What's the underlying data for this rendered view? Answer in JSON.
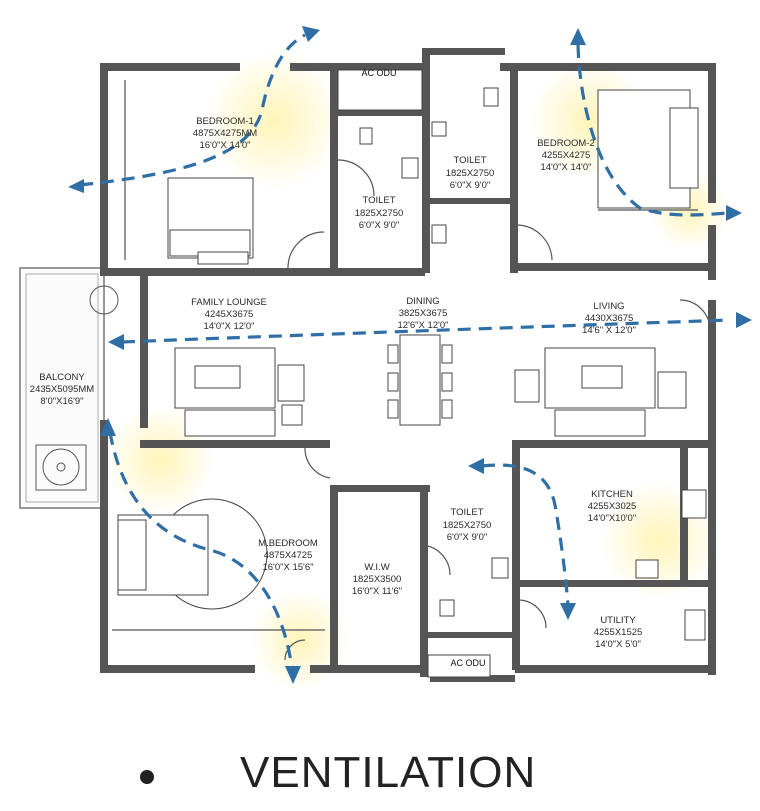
{
  "rooms": {
    "bedroom1": {
      "name": "BEDROOM-1",
      "mm": "4875X4275MM",
      "ft": "16'0\"X 14'0\""
    },
    "toilet_a": {
      "name": "TOILET",
      "mm": "1825X2750",
      "ft": "6'0\"X 9'0\""
    },
    "toilet_b": {
      "name": "TOILET",
      "mm": "1825X2750",
      "ft": "6'0\"X 9'0\""
    },
    "bedroom2": {
      "name": "BEDROOM-2",
      "mm": "4255X4275",
      "ft": "14'0\"X 14'0\""
    },
    "family_lounge": {
      "name": "FAMILY LOUNGE",
      "mm": "4245X3675",
      "ft": "14'0\"X 12'0\""
    },
    "dining": {
      "name": "DINING",
      "mm": "3825X3675",
      "ft": "12'6\"X 12'0\""
    },
    "living": {
      "name": "LIVING",
      "mm": "4430X3675",
      "ft": "14'6\" X 12'0\""
    },
    "balcony": {
      "name": "BALCONY",
      "mm": "2435X5095MM",
      "ft": "8'0\"X16'9\""
    },
    "kitchen": {
      "name": "KITCHEN",
      "mm": "4255X3025",
      "ft": "14'0\"X10'0\""
    },
    "mbedroom": {
      "name": "M.BEDROOM",
      "mm": "4875X4725",
      "ft": "16'0\"X 15'6\""
    },
    "wiw": {
      "name": "W.I.W",
      "mm": "1825X3500",
      "ft": "16'0\"X 11'6\""
    },
    "toilet_c": {
      "name": "TOILET",
      "mm": "1825X2750",
      "ft": "6'0\"X 9'0\""
    },
    "utility": {
      "name": "UTILITY",
      "mm": "4255X1525",
      "ft": "14'0\"X 5'0\""
    }
  },
  "ac_labels": {
    "top": "AC ODU",
    "bottom": "AC ODU"
  },
  "footer": {
    "title": "VENTILATION"
  },
  "colors": {
    "flow": "#2f6fa6",
    "wall": "#555555",
    "glow": "#fff3b0"
  }
}
